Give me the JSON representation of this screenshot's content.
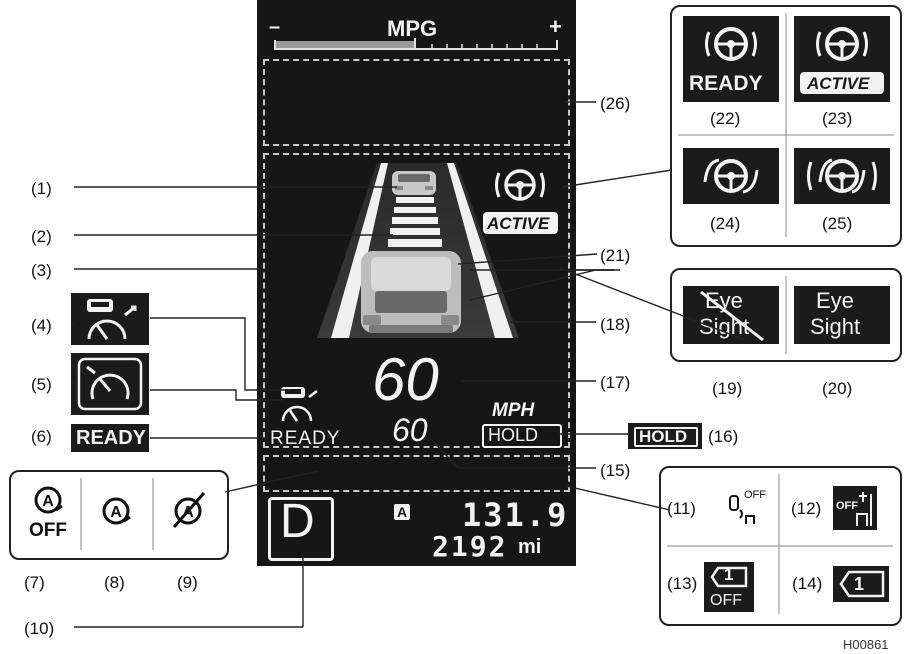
{
  "cluster": {
    "mpg_label": "MPG",
    "mpg_minus": "–",
    "mpg_plus": "+",
    "active_label": "ACTIVE",
    "set_speed_large": "60",
    "set_speed_small": "60",
    "unit_label": "MPH",
    "hold_label": "HOLD",
    "ready_label": "READY",
    "gear": "D",
    "auto_badge": "A",
    "trip_value": "131.9",
    "odometer_value": "2192",
    "odometer_unit": "mi"
  },
  "callouts": {
    "c1": "(1)",
    "c2": "(2)",
    "c3": "(3)",
    "c4": "(4)",
    "c5": "(5)",
    "c6": "(6)",
    "c7": "(7)",
    "c8": "(8)",
    "c9": "(9)",
    "c10": "(10)",
    "c11": "(11)",
    "c12": "(12)",
    "c13": "(13)",
    "c14": "(14)",
    "c15": "(15)",
    "c16": "(16)",
    "c17": "(17)",
    "c18": "(18)",
    "c19": "(19)",
    "c20": "(20)",
    "c21": "(21)",
    "c22": "(22)",
    "c23": "(23)",
    "c24": "(24)",
    "c25": "(25)",
    "c26": "(26)"
  },
  "legend_icons": {
    "ready_label": "READY",
    "ready_icon_label": "READY",
    "active_icon_label": "ACTIVE",
    "hold_badge_label": "HOLD",
    "eye_off_line1": "Eye",
    "eye_off_line2": "Sight",
    "eye_on_line1": "Eye",
    "eye_on_line2": "Sight",
    "auto_off_label": "OFF",
    "off_superscript": "OFF",
    "off_side_label": "OFF",
    "lane_one_label": "1",
    "lane_one_off_label": "OFF"
  },
  "figure_code": "H00861",
  "colors": {
    "panel_bg": "#161616",
    "dash_border": "#c9c9c9",
    "icon_bg": "#1b1b1b",
    "icon_fg": "#f2f2f2"
  }
}
